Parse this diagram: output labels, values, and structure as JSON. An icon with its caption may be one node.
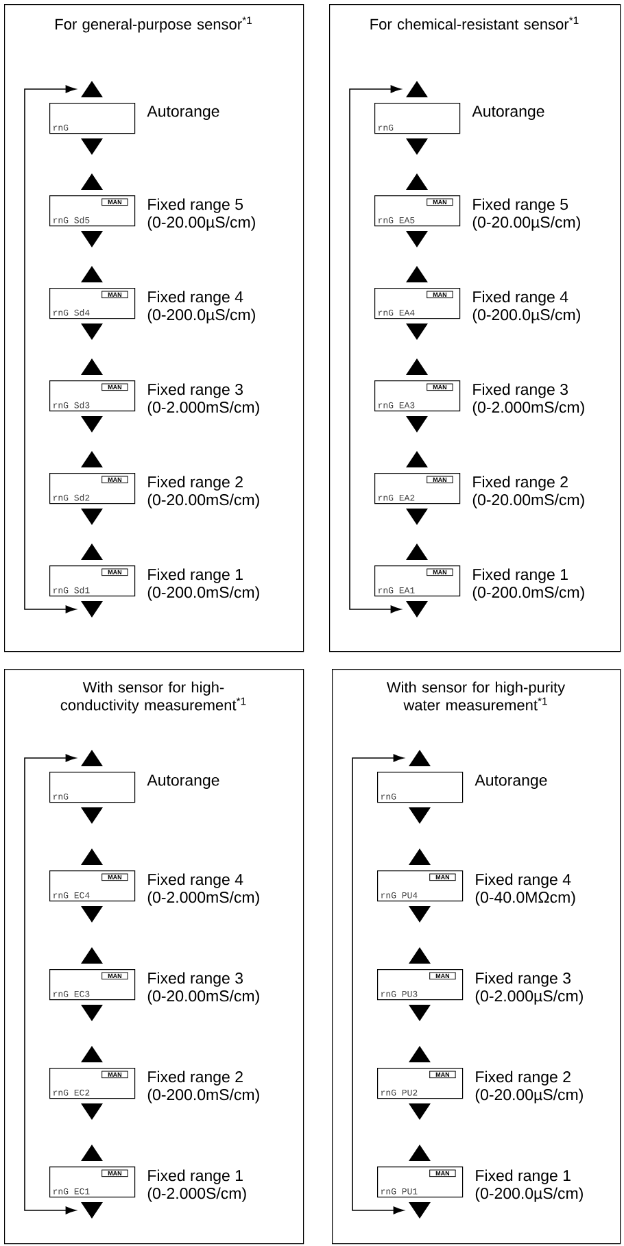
{
  "diagram": {
    "nodes": [
      {
        "text": [
          "For general-purpose sensor$^{*1}$"
        ]
      },
      {
        "text": [],
        "shape": "triangle",
        "in": 0
      },
      {
        "text": [
          "rnG"
        ],
        "in": 0,
        "beside": [
          "Autorange"
        ]
      },
      {
        "text": [],
        "shape": "triangle",
        "in": 0
      },
      {
        "text": [],
        "shape": "triangle",
        "in": 0
      },
      {
        "text": [
          "MAN",
          "rnG Sd5"
        ],
        "in": 0,
        "beside": [
          "Fixed range 5",
          "(0-20.00µS/cm)"
        ]
      },
      {
        "text": [],
        "shape": "triangle",
        "in": 0
      },
      {
        "text": [],
        "shape": "triangle",
        "in": 0
      },
      {
        "text": [
          "MAN",
          "rnG Sd4"
        ],
        "in": 0,
        "beside": [
          "Fixed range 4",
          "(0-200.0µS/cm)"
        ]
      },
      {
        "text": [],
        "shape": "triangle",
        "in": 0
      },
      {
        "text": [],
        "shape": "triangle",
        "in": 0
      },
      {
        "text": [
          "MAN",
          "rnG Sd3"
        ],
        "in": 0,
        "beside": [
          "Fixed range 3",
          "(0-2.000mS/cm)"
        ]
      },
      {
        "text": [],
        "shape": "triangle",
        "in": 0
      },
      {
        "text": [],
        "shape": "triangle",
        "in": 0
      },
      {
        "text": [
          "MAN",
          "rnG Sd2"
        ],
        "in": 0,
        "beside": [
          "Fixed range 2",
          "(0-20.00mS/cm)"
        ]
      },
      {
        "text": [],
        "shape": "triangle",
        "in": 0
      },
      {
        "text": [],
        "shape": "triangle",
        "in": 0
      },
      {
        "text": [
          "MAN",
          "rnG Sd1"
        ],
        "in": 0,
        "beside": [
          "Fixed range 1",
          "(0-200.0mS/cm)"
        ]
      },
      {
        "text": [],
        "shape": "triangle",
        "in": 0
      },
      {
        "text": [
          "For chemical-resistant sensor$^{*1}$"
        ]
      },
      {
        "text": [],
        "shape": "triangle",
        "in": 19
      },
      {
        "text": [
          "rnG"
        ],
        "in": 19,
        "beside": [
          "Autorange"
        ]
      },
      {
        "text": [],
        "shape": "triangle",
        "in": 19
      },
      {
        "text": [],
        "shape": "triangle",
        "in": 19
      },
      {
        "text": [
          "MAN",
          "rnG EA5"
        ],
        "in": 19,
        "beside": [
          "Fixed range 5",
          "(0-20.00µS/cm)"
        ]
      },
      {
        "text": [],
        "shape": "triangle",
        "in": 19
      },
      {
        "text": [],
        "shape": "triangle",
        "in": 19
      },
      {
        "text": [
          "MAN",
          "rnG EA4"
        ],
        "in": 19,
        "beside": [
          "Fixed range 4",
          "(0-200.0µS/cm)"
        ]
      },
      {
        "text": [],
        "shape": "triangle",
        "in": 19
      },
      {
        "text": [],
        "shape": "triangle",
        "in": 19
      },
      {
        "text": [
          "MAN",
          "rnG EA3"
        ],
        "in": 19,
        "beside": [
          "Fixed range 3",
          "(0-2.000mS/cm)"
        ]
      },
      {
        "text": [],
        "shape": "triangle",
        "in": 19
      },
      {
        "text": [],
        "shape": "triangle",
        "in": 19
      },
      {
        "text": [
          "MAN",
          "rnG EA2"
        ],
        "in": 19,
        "beside": [
          "Fixed range 2",
          "(0-20.00mS/cm)"
        ]
      },
      {
        "text": [],
        "shape": "triangle",
        "in": 19
      },
      {
        "text": [],
        "shape": "triangle",
        "in": 19
      },
      {
        "text": [
          "MAN",
          "rnG EA1"
        ],
        "in": 19,
        "beside": [
          "Fixed range 1",
          "(0-200.0mS/cm)"
        ]
      },
      {
        "text": [],
        "shape": "triangle",
        "in": 19
      },
      {
        "text": [
          "With sensor for high-conductivity measurement$^{*1}$"
        ]
      },
      {
        "text": [],
        "shape": "triangle",
        "in": 38
      },
      {
        "text": [
          "rnG"
        ],
        "in": 38,
        "beside": [
          "Autorange"
        ]
      },
      {
        "text": [],
        "shape": "triangle",
        "in": 38
      },
      {
        "text": [],
        "shape": "triangle",
        "in": 38
      },
      {
        "text": [
          "MAN",
          "rnG EC4"
        ],
        "in": 38,
        "beside": [
          "Fixed range 4",
          "(0-2.000mS/cm)"
        ]
      },
      {
        "text": [],
        "shape": "triangle",
        "in": 38
      },
      {
        "text": [],
        "shape": "triangle",
        "in": 38
      },
      {
        "text": [
          "MAN",
          "rnG EC3"
        ],
        "in": 38,
        "beside": [
          "Fixed range 3",
          "(0-20.00mS/cm)"
        ]
      },
      {
        "text": [],
        "shape": "triangle",
        "in": 38
      },
      {
        "text": [],
        "shape": "triangle",
        "in": 38
      },
      {
        "text": [
          "MAN",
          "rnG EC2"
        ],
        "in": 38,
        "beside": [
          "Fixed range 2",
          "(0-200.0mS/cm)"
        ]
      },
      {
        "text": [],
        "shape": "triangle",
        "in": 38
      },
      {
        "text": [],
        "shape": "triangle",
        "in": 38
      },
      {
        "text": [
          "MAN",
          "rnG EC1"
        ],
        "in": 38,
        "beside": [
          "Fixed range 1",
          "(0-2.000S/cm)"
        ]
      },
      {
        "text": [],
        "shape": "triangle",
        "in": 38
      },
      {
        "text": [
          "With sensor for high-purity water measurement$^{*1}$"
        ]
      },
      {
        "text": [],
        "shape": "triangle",
        "in": 54
      },
      {
        "text": [
          "rnG"
        ],
        "in": 54,
        "beside": [
          "Autorange"
        ]
      },
      {
        "text": [],
        "shape": "triangle",
        "in": 54
      },
      {
        "text": [],
        "shape": "triangle",
        "in": 54
      },
      {
        "text": [
          "MAN",
          "rnG PU4"
        ],
        "in": 54,
        "beside": [
          "Fixed range 4",
          "(0-40.0MΩcm)"
        ]
      },
      {
        "text": [],
        "shape": "triangle",
        "in": 54
      },
      {
        "text": [],
        "shape": "triangle",
        "in": 54
      },
      {
        "text": [
          "MAN",
          "rnG PU3"
        ],
        "in": 54,
        "beside": [
          "Fixed range 3",
          "(0-2.000µS/cm)"
        ]
      },
      {
        "text": [],
        "shape": "triangle",
        "in": 54
      },
      {
        "text": [],
        "shape": "triangle",
        "in": 54
      },
      {
        "text": [
          "MAN",
          "rnG PU2"
        ],
        "in": 54,
        "beside": [
          "Fixed range 2",
          "(0-20.00µS/cm)"
        ]
      },
      {
        "text": [],
        "shape": "triangle",
        "in": 54
      },
      {
        "text": [],
        "shape": "triangle",
        "in": 54
      },
      {
        "text": [
          "MAN",
          "rnG PU1"
        ],
        "in": 54,
        "beside": [
          "Fixed range 1",
          "(0-200.0µS/cm)"
        ]
      },
      {
        "text": [],
        "shape": "triangle",
        "in": 54
      }
    ],
    "edges": [
      {
        "from": 18,
        "to": 1,
        "arrow": "both"
      },
      {
        "from": 37,
        "to": 20,
        "arrow": "both"
      },
      {
        "from": 53,
        "to": 39,
        "arrow": "both"
      },
      {
        "from": 69,
        "to": 55,
        "arrow": "both"
      }
    ]
  }
}
